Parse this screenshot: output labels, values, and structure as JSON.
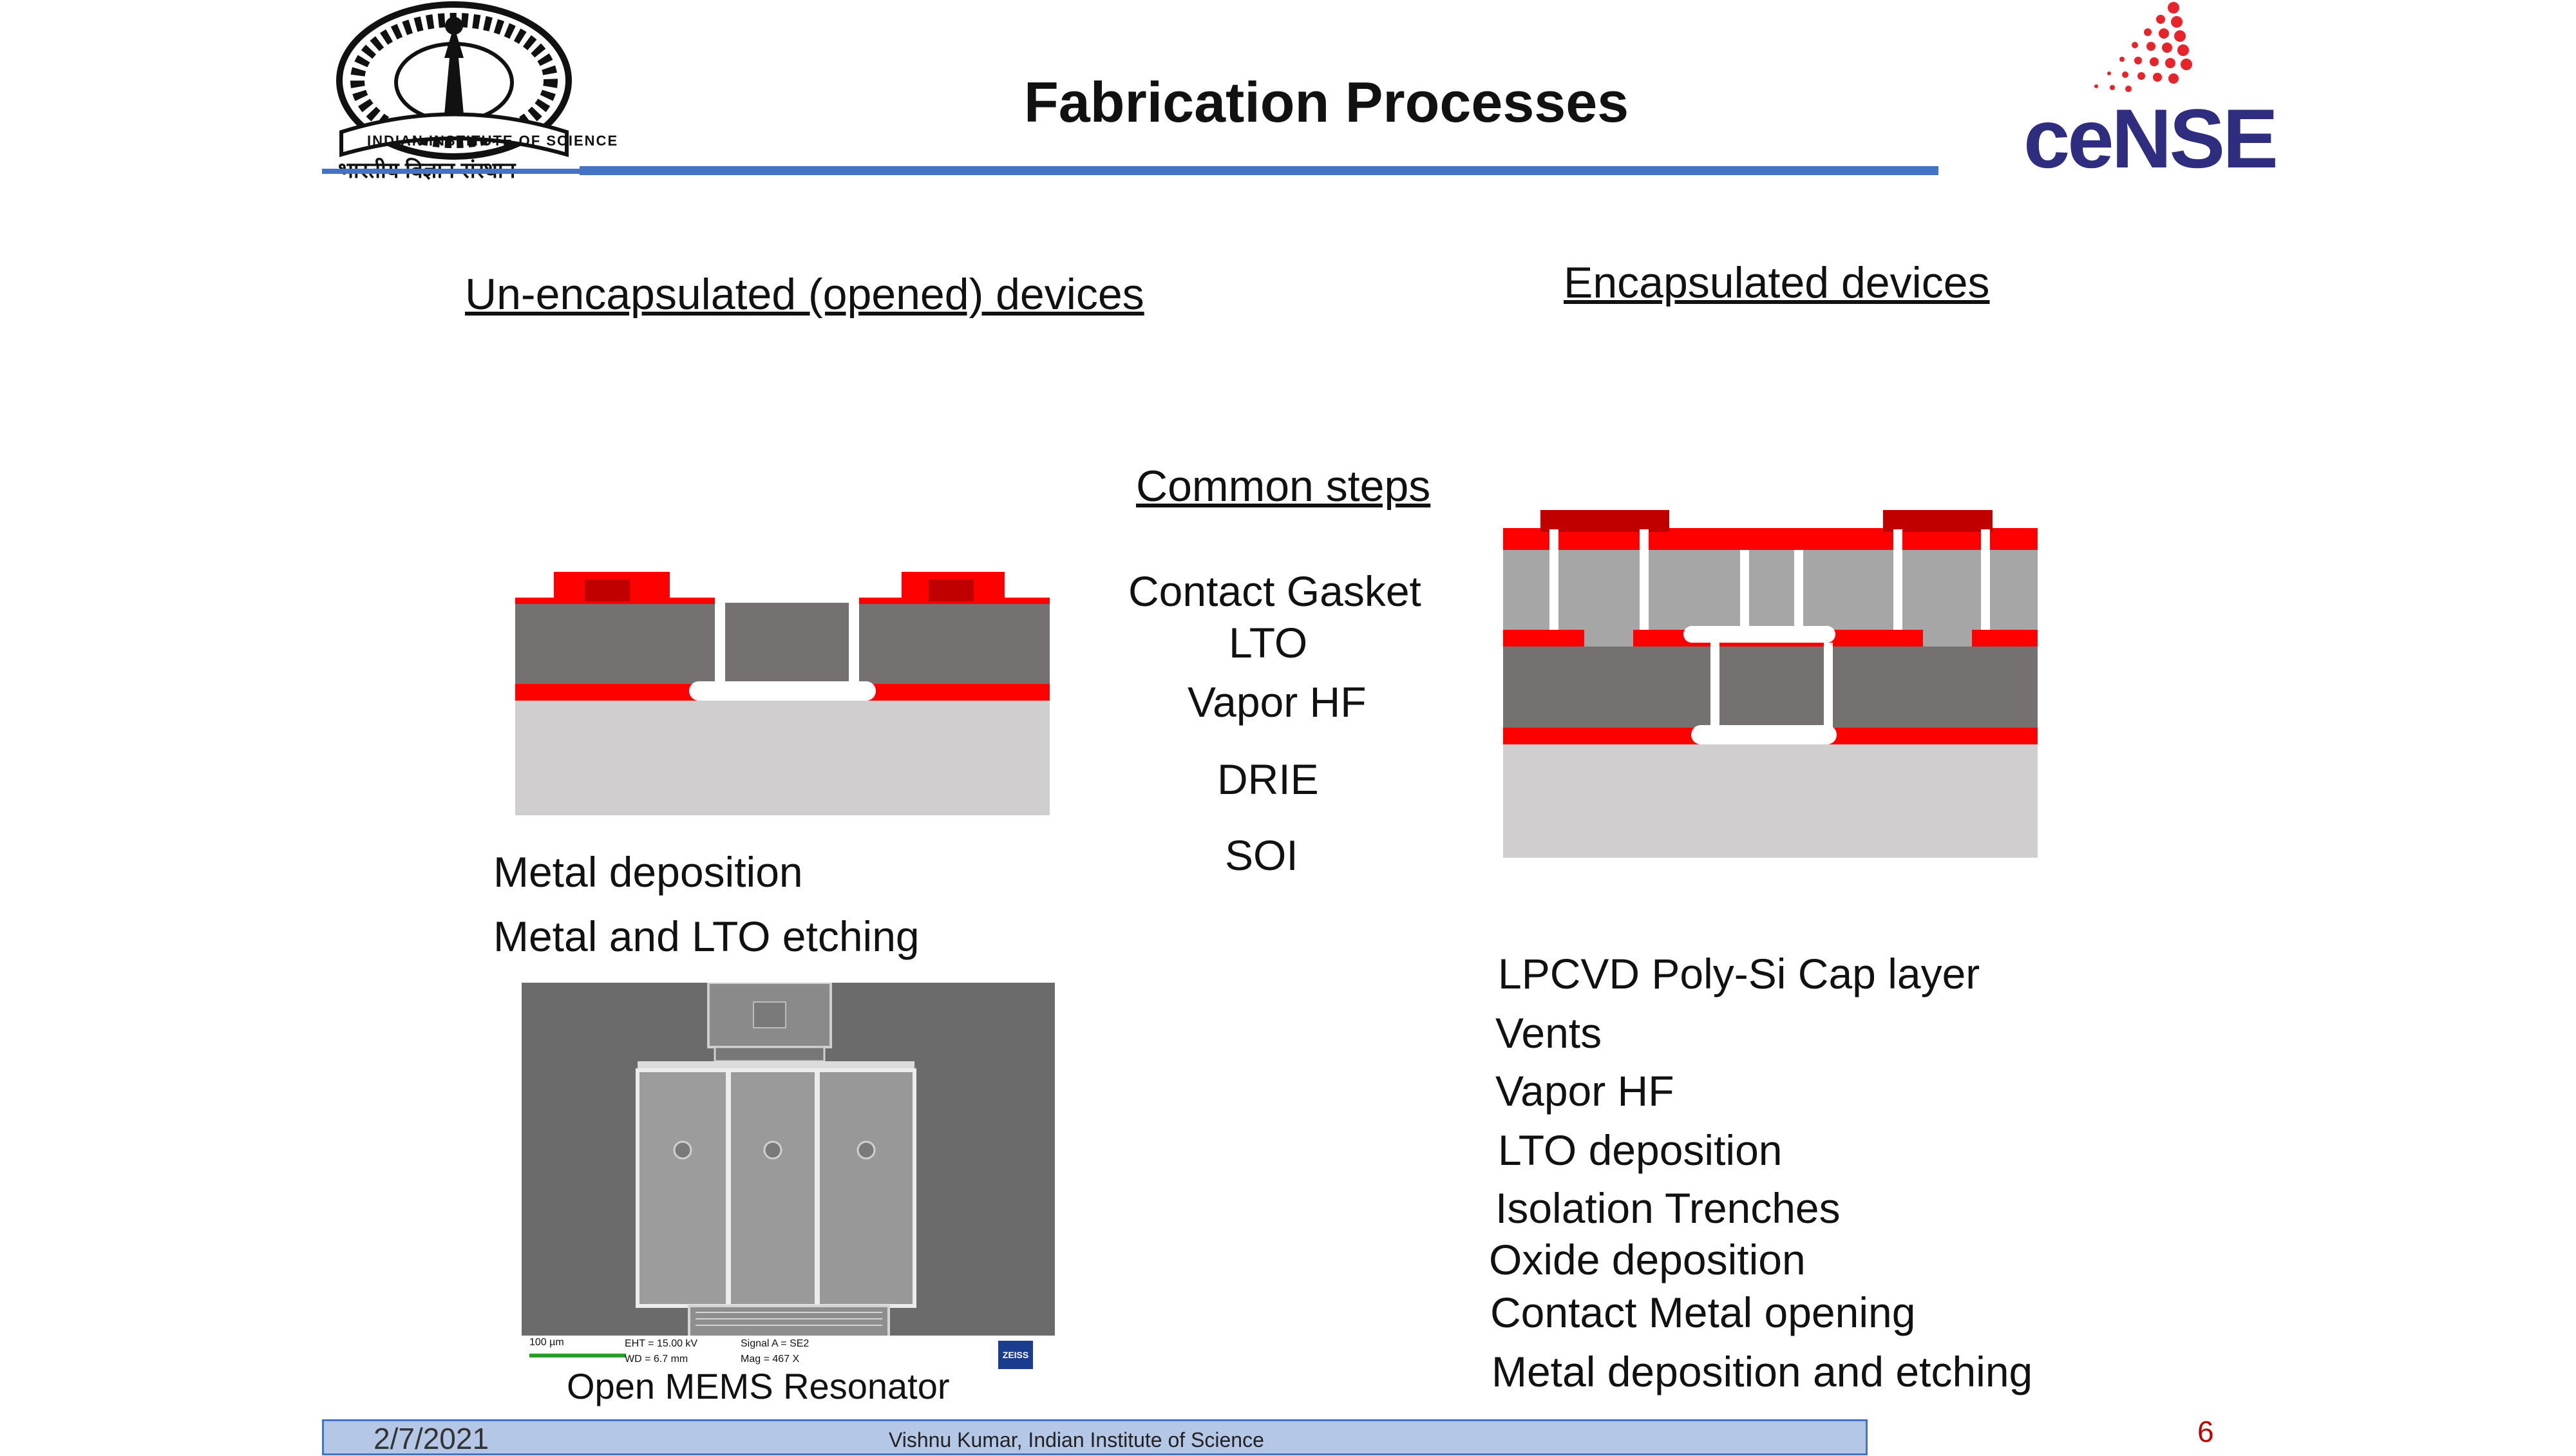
{
  "header": {
    "title": "Fabrication Processes",
    "logo_left_text_top": "INDIAN INSTITUTE OF SCIENCE",
    "logo_left_text_bottom": "भारतीय विज्ञान संस्थान",
    "logo_right_text": "ceNSE"
  },
  "left": {
    "heading": "Un-encapsulated (opened) devices",
    "steps": [
      "Metal deposition",
      "Metal and LTO etching"
    ],
    "sem_caption": "Open MEMS Resonator",
    "sem_info": {
      "scale": "100 µm",
      "eht": "EHT = 15.00 kV",
      "wd": "WD = 6.7 mm",
      "signal": "Signal A = SE2",
      "mag": "Mag = 467 X",
      "brand": "ZEISS"
    }
  },
  "center": {
    "heading": "Common steps",
    "steps": [
      "Contact Gasket",
      "LTO",
      "Vapor HF",
      "DRIE",
      "SOI"
    ]
  },
  "right": {
    "heading": "Encapsulated devices",
    "steps": [
      "LPCVD Poly-Si Cap layer",
      "Vents",
      "Vapor HF",
      "LTO deposition",
      "Isolation Trenches",
      "Oxide deposition",
      "Contact Metal opening",
      "Metal deposition and etching"
    ]
  },
  "footer": {
    "date": "2/7/2021",
    "author": "Vishnu Kumar, Indian Institute of Science",
    "page": "6"
  },
  "colors": {
    "accent_blue": "#4472c4",
    "footer_fill": "#b4c7e7",
    "red_layer": "#ff0000",
    "dark_red": "#c00000",
    "device_gray": "#767171",
    "substrate_gray": "#d0cece",
    "cap_gray": "#a6a6a6",
    "logo_navy": "#2e2d7f",
    "logo_red": "#e8232a"
  }
}
